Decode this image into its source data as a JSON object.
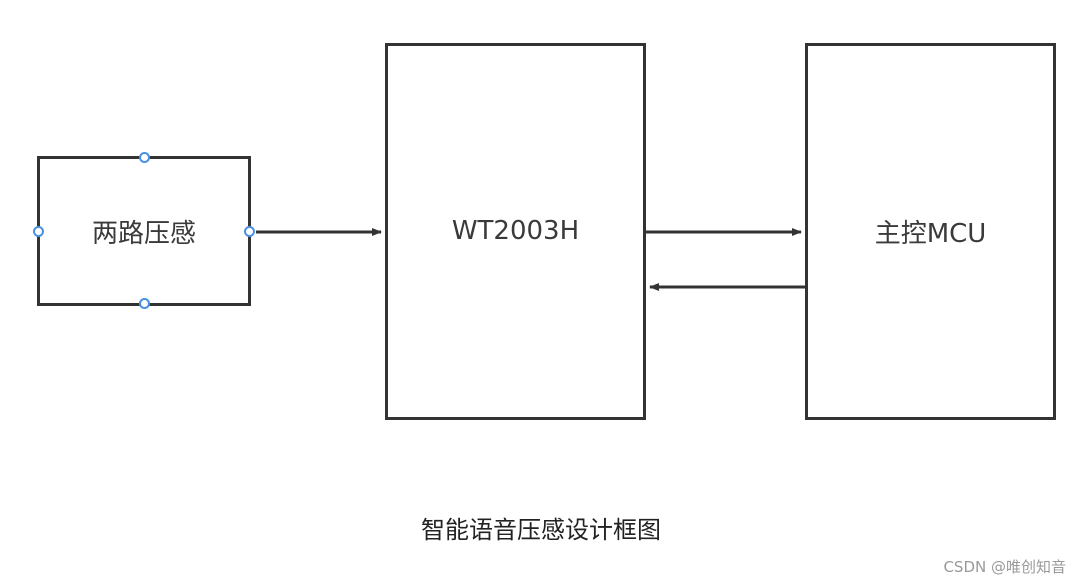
{
  "diagram": {
    "nodes": {
      "sensor": "两路压感",
      "chip": "WT2003H",
      "mcu": "主控MCU"
    },
    "edges": [
      {
        "from": "sensor",
        "to": "chip"
      },
      {
        "from": "chip",
        "to": "mcu"
      },
      {
        "from": "mcu",
        "to": "chip"
      }
    ],
    "caption": "智能语音压感设计框图"
  },
  "watermark": "CSDN @唯创知音",
  "colors": {
    "line": "#333333",
    "handle": "#4a90e2",
    "text": "#3a3a3a"
  }
}
